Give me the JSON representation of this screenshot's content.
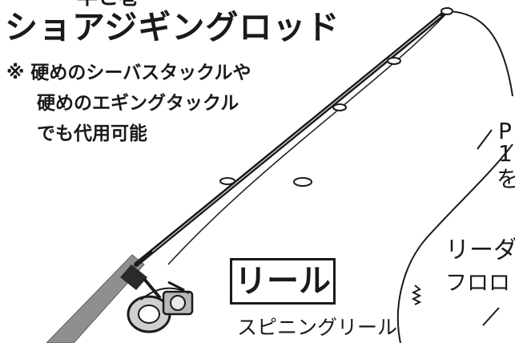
{
  "top_cut_text": "竿と巻",
  "title": "ショアジギングロッド",
  "note": {
    "line1": "※ 硬めのシーバスタックルや",
    "line2": "硬めのエギングタックル",
    "line3": "でも代用可能"
  },
  "reel": {
    "label": "リール",
    "caption": "スピニングリール"
  },
  "side_fragments": {
    "a": "P",
    "b": "1",
    "c": "を",
    "d": "リーダ",
    "e": "フロロ"
  },
  "colors": {
    "ink": "#1a1a1a",
    "handle_grey": "#8f8f8f",
    "background": "#ffffff"
  }
}
